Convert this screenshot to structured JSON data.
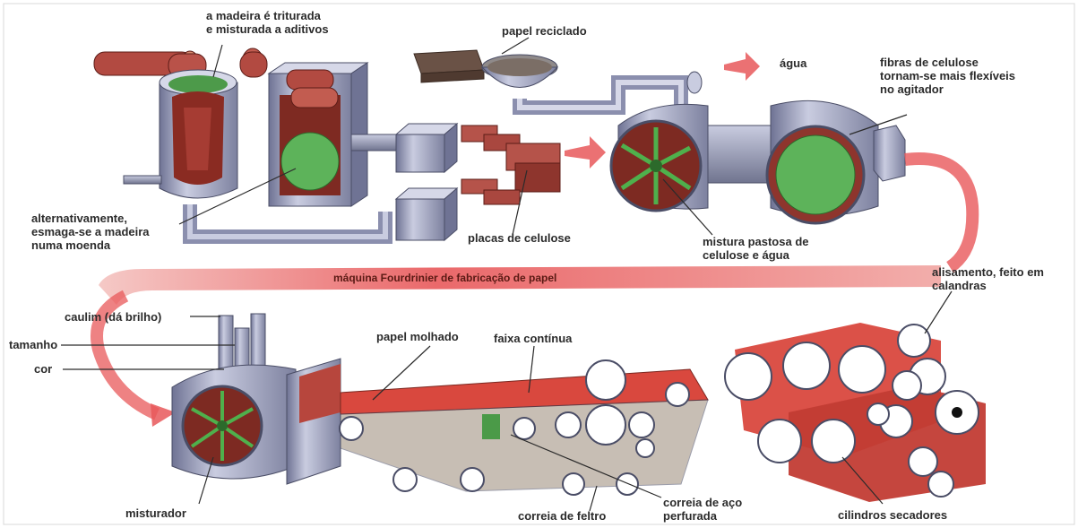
{
  "colors": {
    "metal": "#a7abc4",
    "metal_dark": "#6b6f8e",
    "wood": "#b5534a",
    "pulp_green": "#5db35a",
    "roller_red": "#d9483e",
    "arrow_red": "#e8585a",
    "label_text": "#2b2b2b"
  },
  "labels": {
    "wood_crushed": "a madeira é triturada\ne misturada a aditivos",
    "recycled_paper": "papel reciclado",
    "water": "água",
    "fibers": "fibras de celulose\ntornam-se mais flexíveis\nno agitador",
    "alternative_grinding": "alternativamente,\nesmaga-se a madeira\nnuma moenda",
    "cellulose_plates": "placas de celulose",
    "pulp_mixture": "mistura pastosa de\ncelulose e água",
    "smoothing": "alisamento, feito em\ncalandras",
    "machine_banner": "máquina Fourdrinier de fabricação de papel",
    "kaolin": "caulim (dá brilho)",
    "size": "tamanho",
    "color": "cor",
    "wet_paper": "papel molhado",
    "continuous_strip": "faixa contínua",
    "mixer": "misturador",
    "felt_belt": "correia de feltro",
    "steel_belt": "correia de aço\nperfurada",
    "dryer_cylinders": "cilindros secadores"
  }
}
